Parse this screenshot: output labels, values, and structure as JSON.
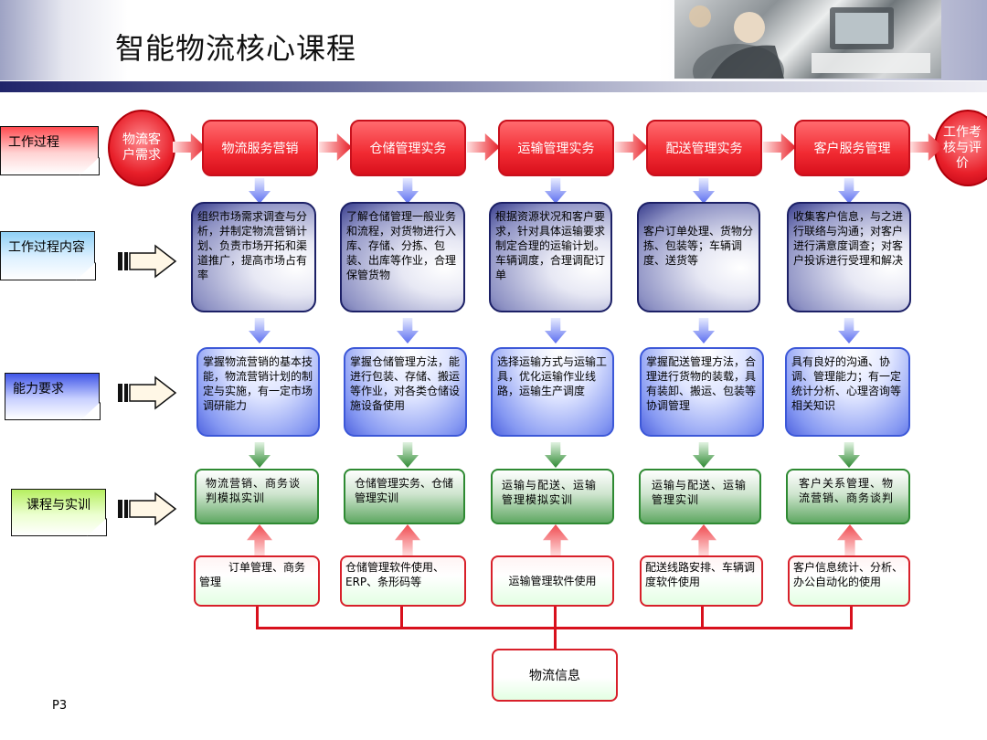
{
  "title": "智能物流核心课程",
  "page_number": "P3",
  "side_labels": {
    "process": "工作过程",
    "content": "工作过程内容",
    "ability": "能力要求",
    "course": "课程与实训"
  },
  "start_node": "物流客户需求",
  "end_node": "工作考核与评价",
  "columns": [
    {
      "process": "物流服务营销",
      "content": "组织市场需求调查与分析，并制定物流营销计划、负责市场开拓和渠道推广，提高市场占有率",
      "ability": "掌握物流营销的基本技能，物流营销计划的制定与实施，有一定市场调研能力",
      "course": "物流营销、商务谈判模拟实训",
      "software": "订单管理、商务管理"
    },
    {
      "process": "仓储管理实务",
      "content": "了解仓储管理一般业务和流程，对货物进行入库、存储、分拣、包装、出库等作业，合理保管货物",
      "ability": "掌握仓储管理方法，能进行包装、存储、搬运等作业，对各类仓储设施设备使用",
      "course": "仓储管理实务、仓储管理实训",
      "software": "仓储管理软件使用、ERP、条形码等"
    },
    {
      "process": "运输管理实务",
      "content": "根据资源状况和客户要求，针对具体运输要求制定合理的运输计划。车辆调度，合理调配订单",
      "ability": "选择运输方式与运输工具，优化运输作业线路，运输生产调度",
      "course": "运输与配送、运输管理模拟实训",
      "software": "运输管理软件使用"
    },
    {
      "process": "配送管理实务",
      "content": "客户订单处理、货物分拣、包装等；车辆调度、送货等",
      "ability": "掌握配送管理方法，合理进行货物的装载，具有装卸、搬运、包装等协调管理",
      "course": "运输与配送、运输管理实训",
      "software": "配送线路安排、车辆调度软件使用"
    },
    {
      "process": "客户服务管理",
      "content": "收集客户信息，与之进行联络与沟通；对客户进行满意度调查；对客户投诉进行受理和解决",
      "ability": "具有良好的沟通、协调、管理能力；有一定统计分析、心理咨询等相关知识",
      "course": "客户关系管理、物流营销、商务谈判",
      "software": "客户信息统计、分析、办公自动化的使用"
    }
  ],
  "bottom_node": "物流信息",
  "colors": {
    "process_red": "#f12a32",
    "content_navy": "#1c2066",
    "ability_blue": "#3c58d8",
    "course_green": "#2e8a32",
    "bus_red": "#d8101c"
  }
}
